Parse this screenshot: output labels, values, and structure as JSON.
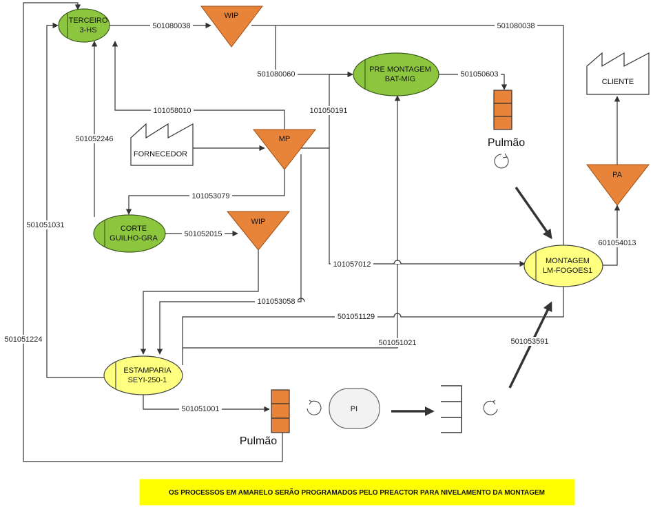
{
  "nodes": {
    "terceiro": {
      "line1": "TERCEIRO",
      "line2": "3-HS"
    },
    "pre_montagem": {
      "line1": "PRE MONTAGEM",
      "line2": "BAT-MIG"
    },
    "corte": {
      "line1": "CORTE",
      "line2": "GUILHO-GRA"
    },
    "estamparia": {
      "line1": "ESTAMPARIA",
      "line2": "SEYI-250-1"
    },
    "montagem": {
      "line1": "MONTAGEM",
      "line2": "LM-FOGOES1"
    },
    "fornecedor": "FORNECEDOR",
    "cliente": "CLIENTE",
    "pi": "PI"
  },
  "inventories": {
    "wip_top": "WIP",
    "mp": "MP",
    "wip_mid": "WIP",
    "pa": "PA"
  },
  "buffers": {
    "pulmao_top": "Pulmão",
    "pulmao_bottom": "Pulmão"
  },
  "edge_labels": {
    "e501080038_a": "501080038",
    "e501080038_b": "501080038",
    "e501080060": "501080060",
    "e501050603": "501050603",
    "e101058010": "101058010",
    "e101050191": "101050191",
    "e501052246": "501052246",
    "e101053079": "101053079",
    "e501052015": "501052015",
    "e501051031": "501051031",
    "e601054013": "601054013",
    "e101057012": "101057012",
    "e101053058": "101053058",
    "e501051129": "501051129",
    "e501051224": "501051224",
    "e501051021": "501051021",
    "e501053591": "501053591",
    "e501051001": "501051001"
  },
  "note": "OS PROCESSOS EM AMARELO SERÃO PROGRAMADOS PELO PREACTOR PARA NIVELAMENTO DA MONTAGEM",
  "colors": {
    "green_node": "#8cc63f",
    "yellow_node": "#ffff80",
    "inventory_orange": "#e8833a",
    "note_background": "#ffff00"
  }
}
